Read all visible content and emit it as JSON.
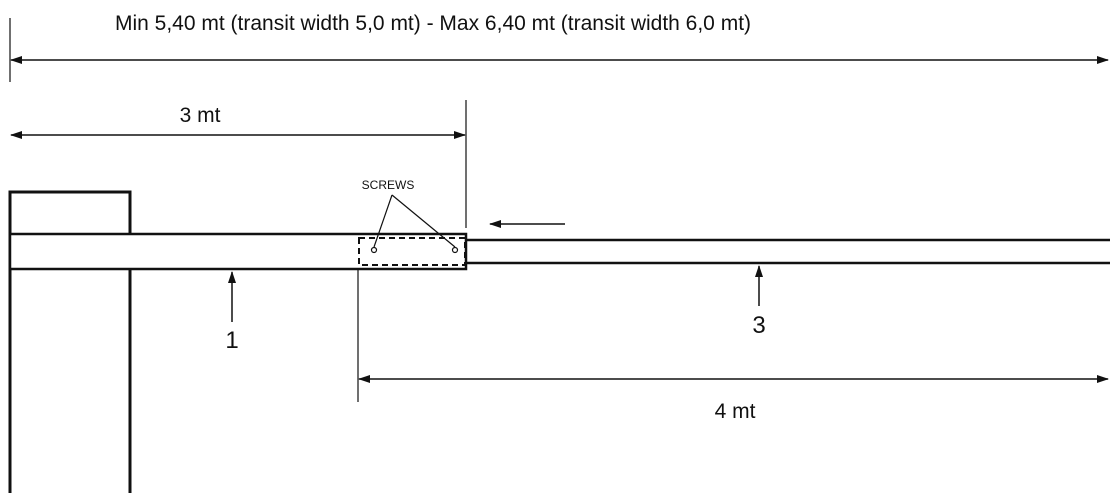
{
  "dimensions": {
    "overall_label": "Min 5,40 mt (transit width 5,0 mt) - Max 6,40 mt (transit width 6,0 mt)",
    "section_one_label": "3 mt",
    "extension_label": "4 mt"
  },
  "callouts": {
    "screws_label": "SCREWS",
    "part_one_number": "1",
    "part_three_number": "3"
  },
  "colors": {
    "line": "#111111",
    "background": "#ffffff"
  }
}
